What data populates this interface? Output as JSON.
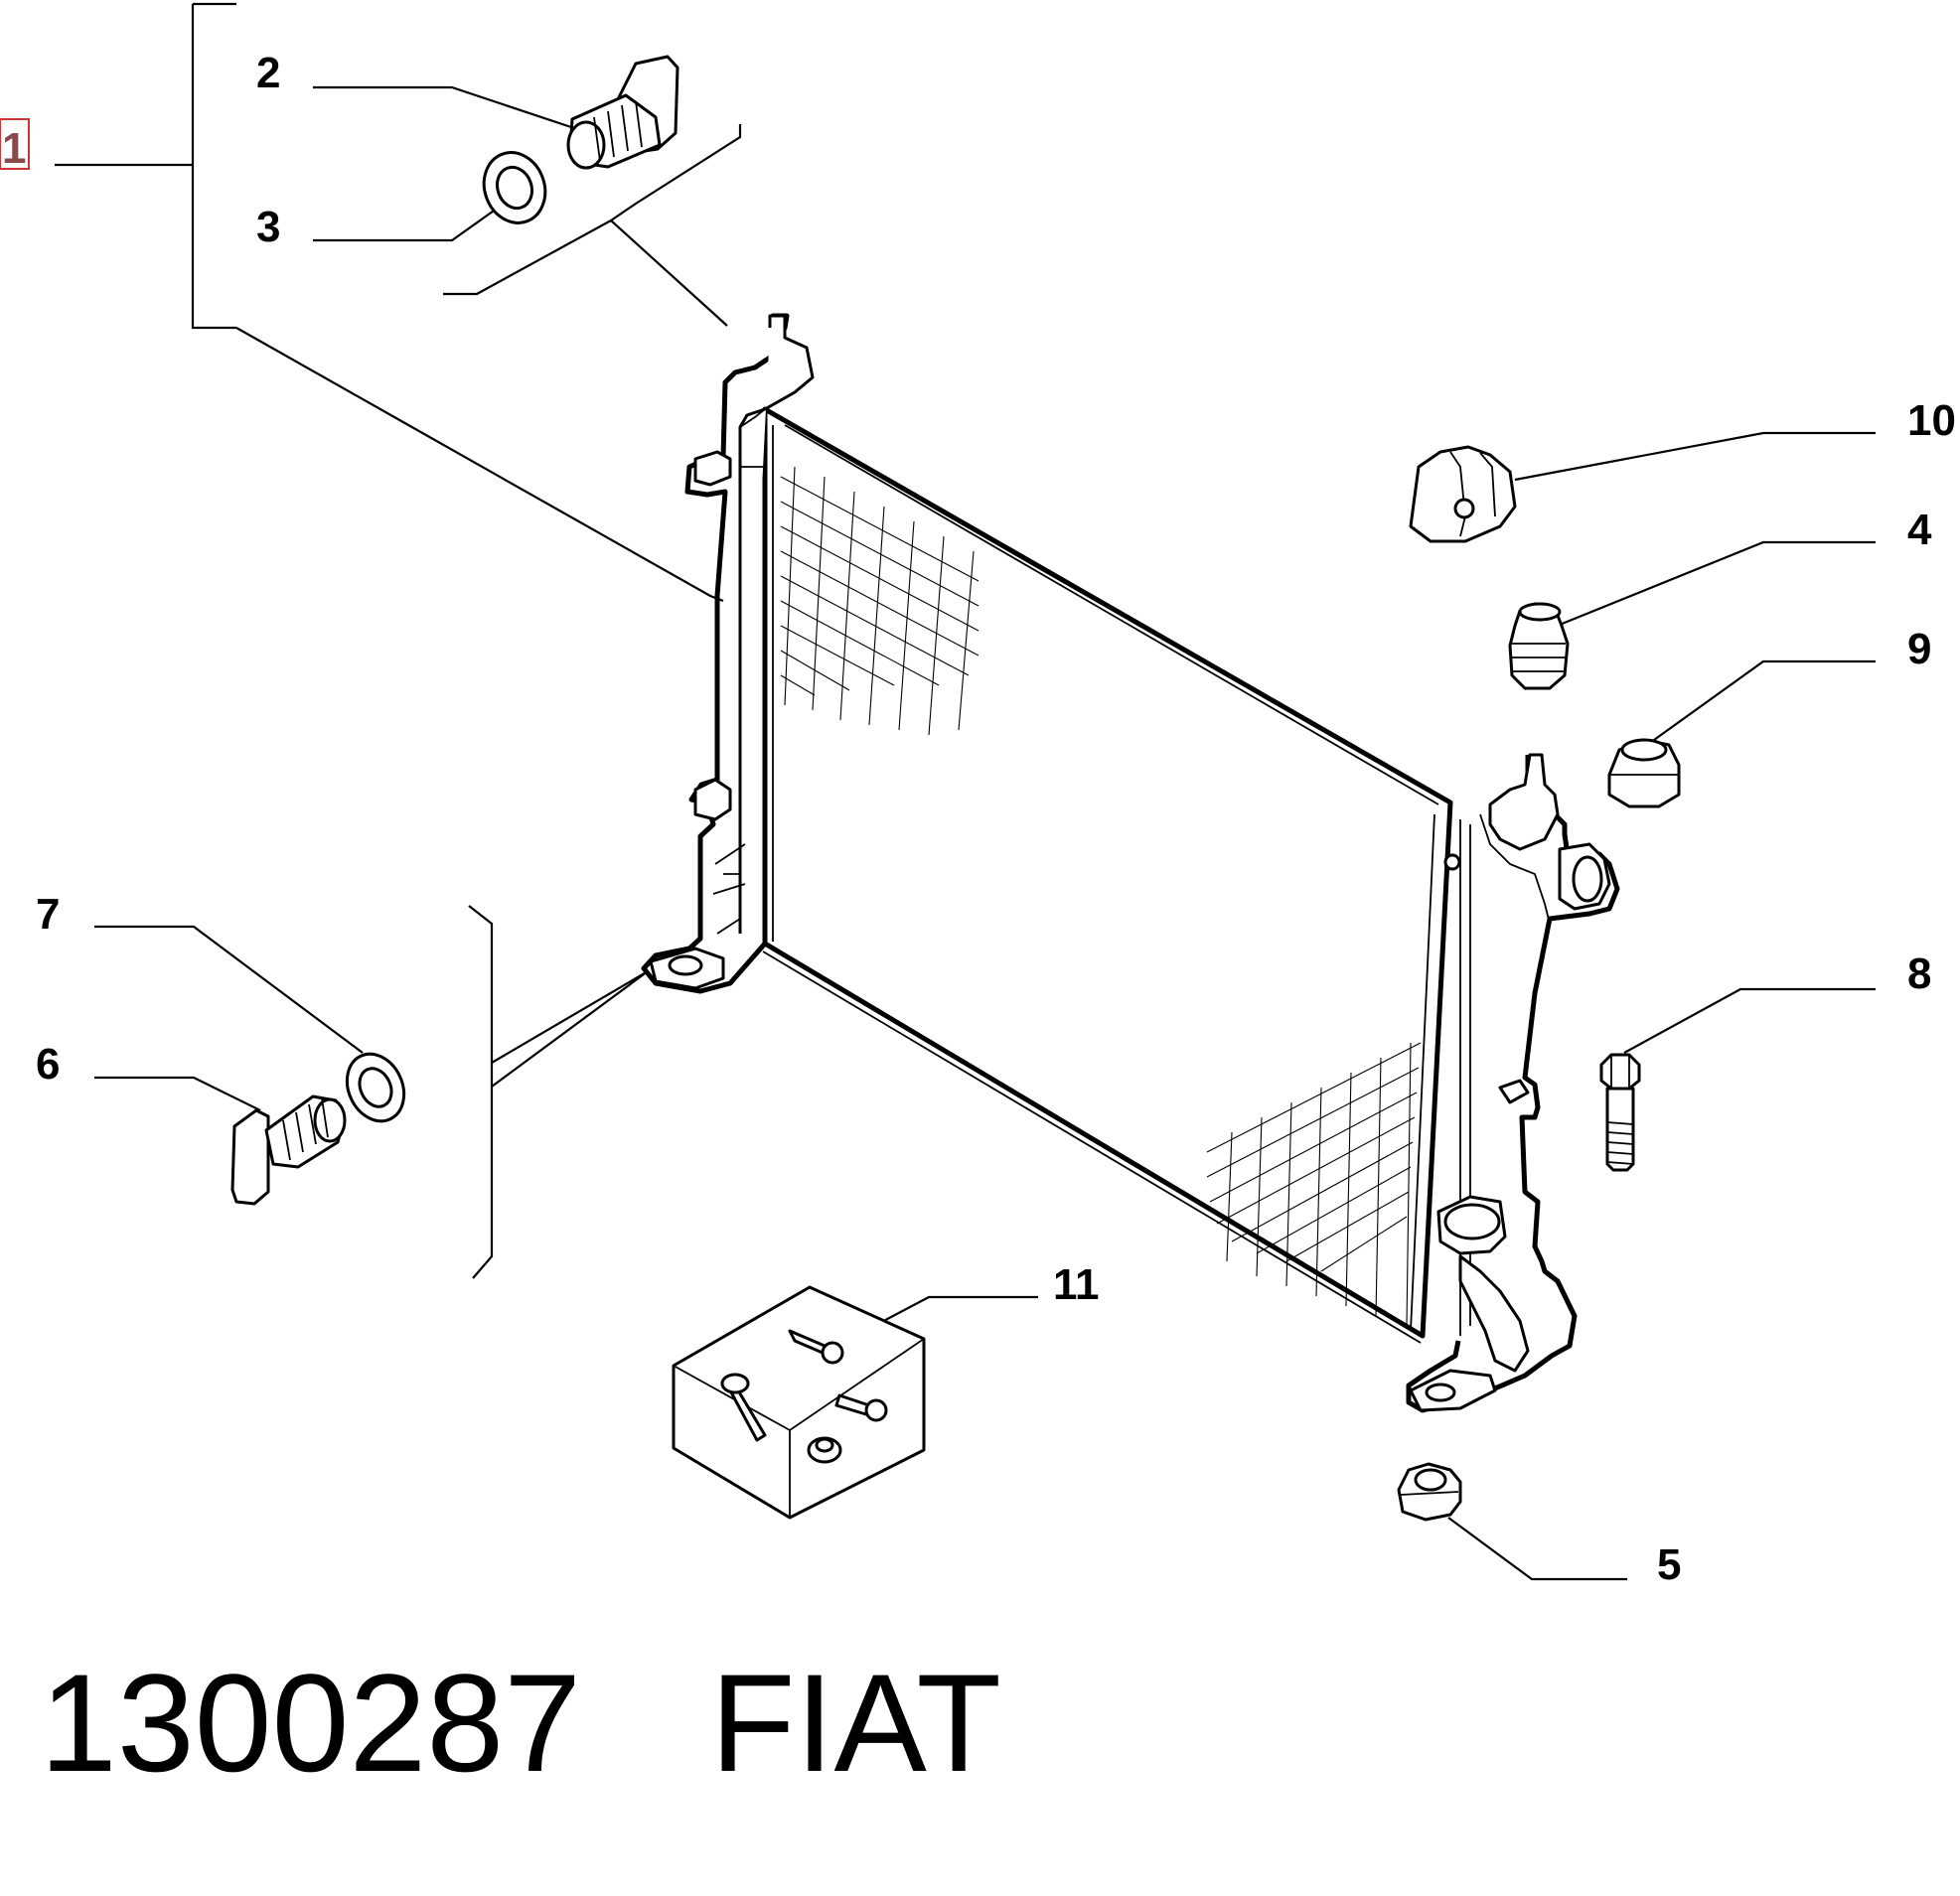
{
  "callouts": {
    "c1": "1",
    "c2": "2",
    "c3": "3",
    "c4": "4",
    "c5": "5",
    "c6": "6",
    "c7": "7",
    "c8": "8",
    "c9": "9",
    "c10": "10",
    "c11": "11"
  },
  "footer": {
    "part_number": "1300287",
    "brand": "FIAT"
  },
  "colors": {
    "line": "#000000",
    "background": "#ffffff",
    "highlight_box": "#cc3333",
    "highlight_text": "#8a4a4a"
  }
}
